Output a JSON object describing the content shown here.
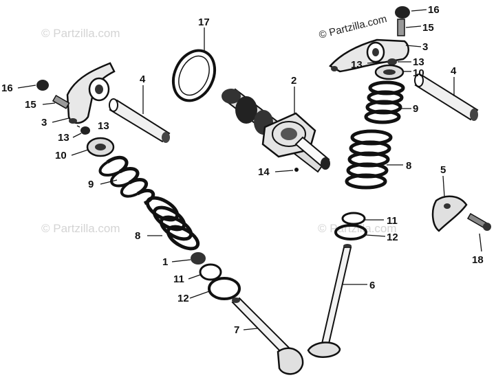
{
  "watermark": "© Partzilla.com",
  "callouts": [
    {
      "id": "c16-left",
      "text": "16"
    },
    {
      "id": "c15-left",
      "text": "15"
    },
    {
      "id": "c3-left",
      "text": "3"
    },
    {
      "id": "c13-left-a",
      "text": "13"
    },
    {
      "id": "c13-left-b",
      "text": "13"
    },
    {
      "id": "c10-left",
      "text": "10"
    },
    {
      "id": "c4-left",
      "text": "4"
    },
    {
      "id": "c9-left",
      "text": "9"
    },
    {
      "id": "c8-left",
      "text": "8"
    },
    {
      "id": "c1",
      "text": "1"
    },
    {
      "id": "c11-left",
      "text": "11"
    },
    {
      "id": "c12-left",
      "text": "12"
    },
    {
      "id": "c7",
      "text": "7"
    },
    {
      "id": "c17",
      "text": "17"
    },
    {
      "id": "c2",
      "text": "2"
    },
    {
      "id": "c14",
      "text": "14"
    },
    {
      "id": "c16-right",
      "text": "16"
    },
    {
      "id": "c15-right",
      "text": "15"
    },
    {
      "id": "c3-right",
      "text": "3"
    },
    {
      "id": "c13-right-a",
      "text": "13"
    },
    {
      "id": "c13-right-b",
      "text": "13"
    },
    {
      "id": "c10-right",
      "text": "10"
    },
    {
      "id": "c4-right",
      "text": "4"
    },
    {
      "id": "c9-right",
      "text": "9"
    },
    {
      "id": "c8-right",
      "text": "8"
    },
    {
      "id": "c5",
      "text": "5"
    },
    {
      "id": "c18",
      "text": "18"
    },
    {
      "id": "c11-right",
      "text": "11"
    },
    {
      "id": "c12-right",
      "text": "12"
    },
    {
      "id": "c6",
      "text": "6"
    }
  ]
}
